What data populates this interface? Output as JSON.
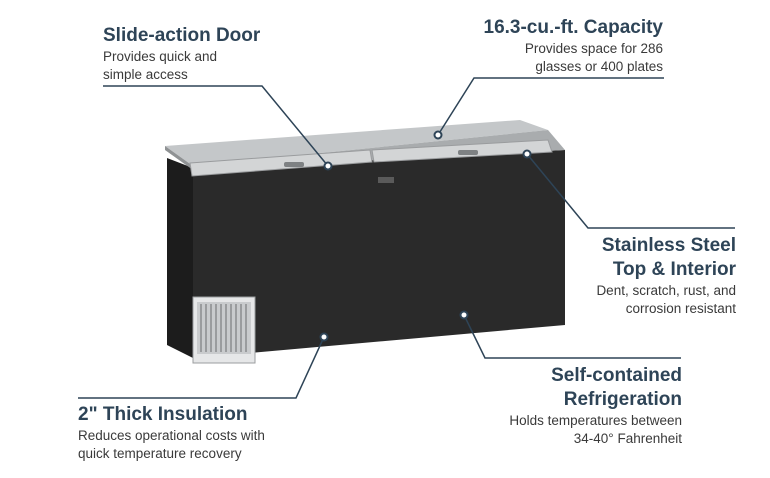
{
  "callouts": {
    "door": {
      "title": "Slide-action Door",
      "desc1": "Provides quick and",
      "desc2": "simple access"
    },
    "capacity": {
      "title": "16.3-cu.-ft. Capacity",
      "desc1": "Provides space for 286",
      "desc2": "glasses or 400 plates"
    },
    "steel": {
      "title1": "Stainless Steel",
      "title2": "Top & Interior",
      "desc1": "Dent, scratch, rust, and",
      "desc2": "corrosion resistant"
    },
    "refrig": {
      "title1": "Self-contained",
      "title2": "Refrigeration",
      "desc1": "Holds temperatures between",
      "desc2": "34-40° Fahrenheit"
    },
    "insulation": {
      "title": "2\" Thick Insulation",
      "desc1": "Reduces operational costs with",
      "desc2": "quick temperature recovery"
    }
  },
  "colors": {
    "title": "#2e4457",
    "leader": "#2e4457",
    "cabinet": "#2a2a2a",
    "steel": "#b9bcbe"
  }
}
